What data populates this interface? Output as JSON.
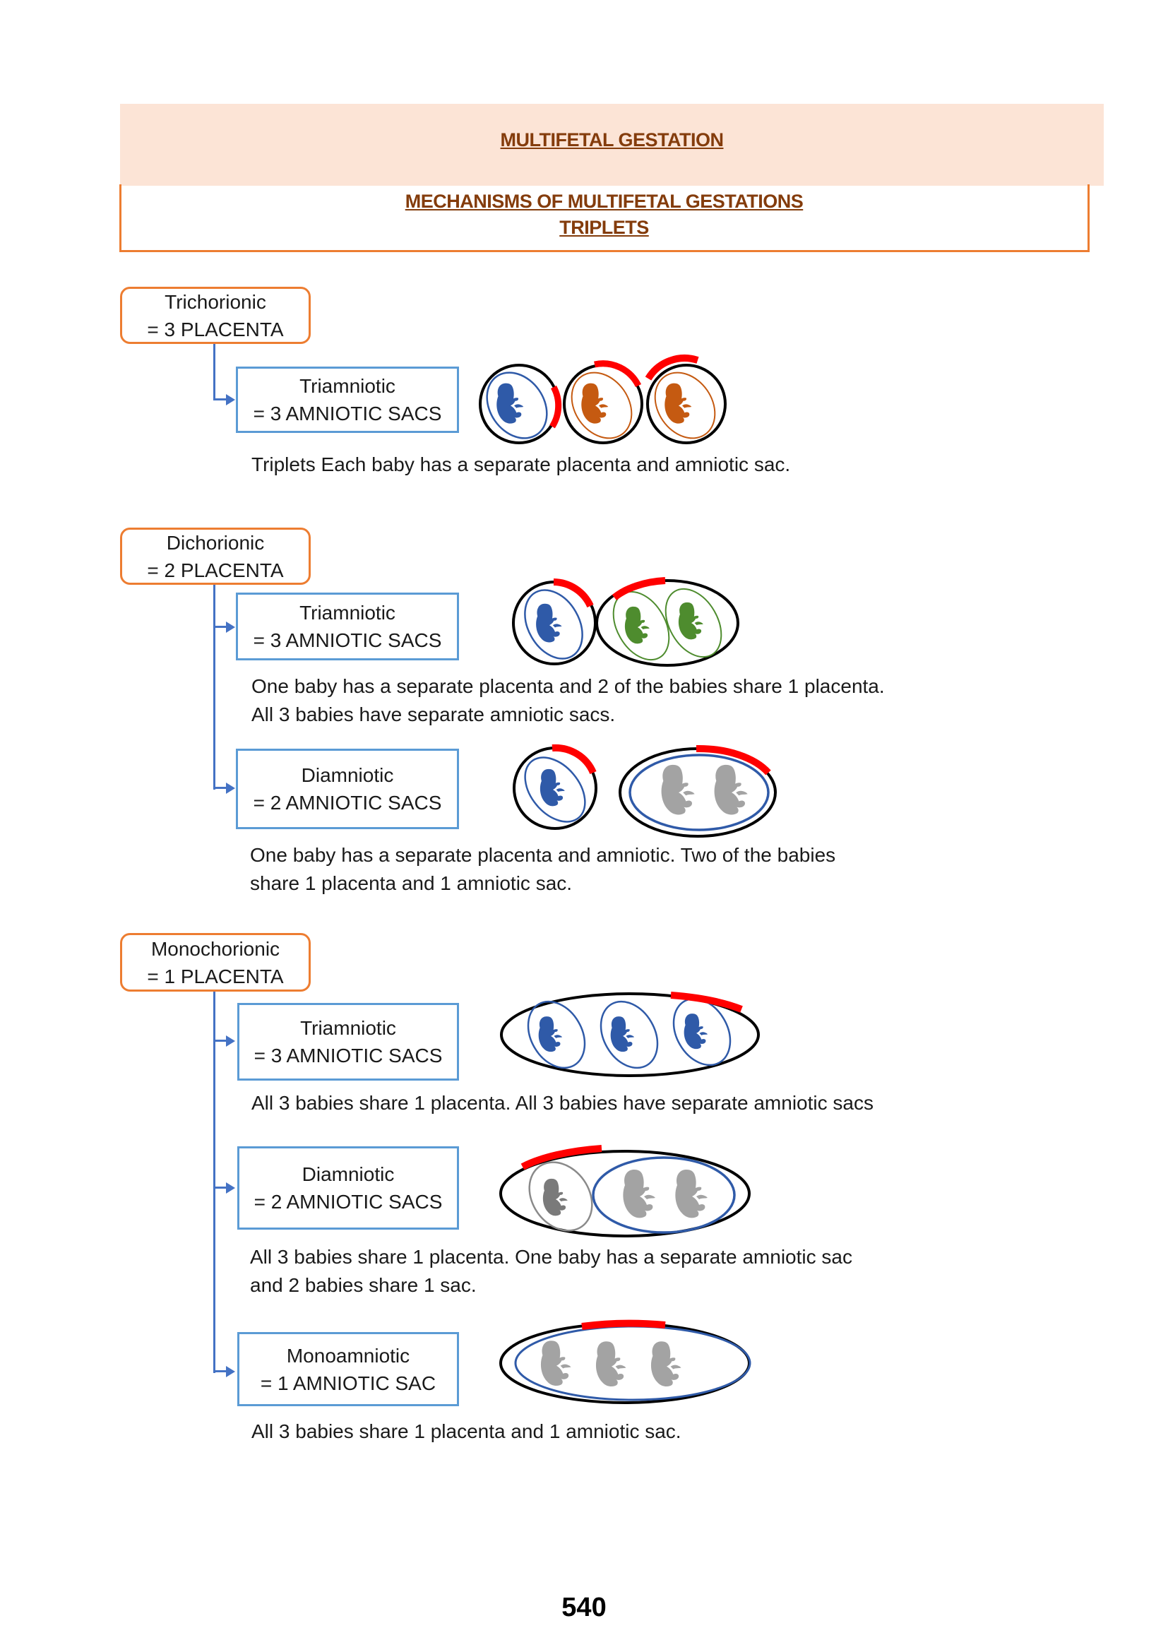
{
  "header": {
    "title": "MULTIFETAL GESTATION",
    "subtitle": "MECHANISMS OF MULTIFETAL GESTATIONS",
    "subtitle2": "TRIPLETS"
  },
  "colors": {
    "header_band": "#fce4d6",
    "title_text": "#843c0c",
    "chorion_border": "#ed7d31",
    "amnion_border": "#5b9bd5",
    "connector": "#4472c4",
    "placenta": "#ff0000",
    "fetus_blue": "#2f5aa8",
    "fetus_orange": "#c55a11",
    "fetus_green": "#4e8c2e",
    "fetus_gray": "#a3a3a3"
  },
  "sections": [
    {
      "chorion": {
        "line1": "Trichorionic",
        "line2": "= 3 PLACENTA"
      },
      "rows": [
        {
          "amnion": {
            "line1": "Triamniotic",
            "line2": "= 3 AMNIOTIC SACS"
          },
          "illustration": "three-separate-chorions-blue-orange-orange",
          "description": [
            "Triplets Each baby has a separate placenta and amniotic sac."
          ]
        }
      ]
    },
    {
      "chorion": {
        "line1": "Dichorionic",
        "line2": "= 2 PLACENTA"
      },
      "rows": [
        {
          "amnion": {
            "line1": "Triamniotic",
            "line2": "= 3 AMNIOTIC SACS"
          },
          "illustration": "one-blue-chorion-plus-shared-chorion-two-green-sacs",
          "description": [
            "One baby has a separate placenta and 2 of the babies share 1 placenta.",
            "All 3 babies have separate amniotic sacs."
          ]
        },
        {
          "amnion": {
            "line1": "Diamniotic",
            "line2": "= 2 AMNIOTIC SACS"
          },
          "illustration": "one-blue-chorion-plus-shared-chorion-shared-sac-two-gray",
          "description": [
            "One baby has a separate placenta and amniotic. Two of the babies",
            "share 1 placenta and 1 amniotic sac."
          ]
        }
      ]
    },
    {
      "chorion": {
        "line1": "Monochorionic",
        "line2": "= 1 PLACENTA"
      },
      "rows": [
        {
          "amnion": {
            "line1": "Triamniotic",
            "line2": "= 3 AMNIOTIC SACS"
          },
          "illustration": "one-chorion-three-blue-sacs",
          "description": [
            "All 3 babies share 1 placenta. All 3 babies have separate amniotic sacs"
          ]
        },
        {
          "amnion": {
            "line1": "Diamniotic",
            "line2": "= 2 AMNIOTIC SACS"
          },
          "illustration": "one-chorion-one-gray-sac-plus-shared-sac",
          "description": [
            "All 3 babies share 1 placenta. One baby has a separate amniotic sac",
            "and 2 babies share 1 sac."
          ]
        },
        {
          "amnion": {
            "line1": "Monoamniotic",
            "line2": "= 1 AMNIOTIC SAC"
          },
          "illustration": "one-chorion-one-sac-three-gray",
          "description": [
            "All 3 babies share 1 placenta and 1 amniotic sac."
          ]
        }
      ]
    }
  ],
  "page_number": "540"
}
